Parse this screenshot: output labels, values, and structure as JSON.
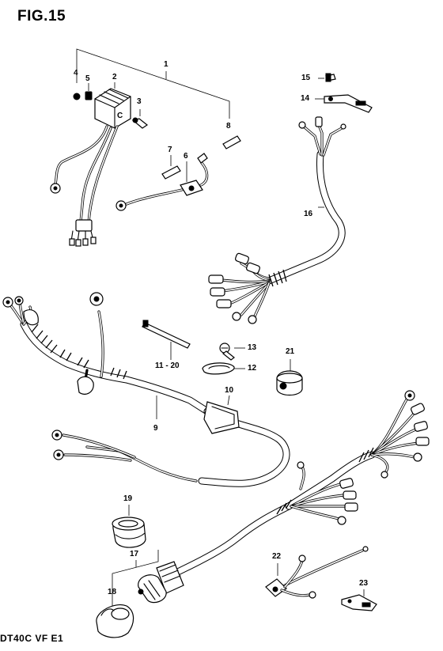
{
  "figure": {
    "title": "FIG.15",
    "footer": "DT40C VF E1"
  },
  "callouts": [
    {
      "id": "1",
      "text": "1"
    },
    {
      "id": "2",
      "text": "2"
    },
    {
      "id": "3",
      "text": "3"
    },
    {
      "id": "4",
      "text": "4"
    },
    {
      "id": "5",
      "text": "5"
    },
    {
      "id": "6",
      "text": "6"
    },
    {
      "id": "7",
      "text": "7"
    },
    {
      "id": "8",
      "text": "8"
    },
    {
      "id": "9",
      "text": "9"
    },
    {
      "id": "10",
      "text": "10"
    },
    {
      "id": "11-20",
      "text": "11 - 20"
    },
    {
      "id": "12",
      "text": "12"
    },
    {
      "id": "13",
      "text": "13"
    },
    {
      "id": "14",
      "text": "14"
    },
    {
      "id": "15",
      "text": "15"
    },
    {
      "id": "16",
      "text": "16"
    },
    {
      "id": "17",
      "text": "17"
    },
    {
      "id": "18",
      "text": "18"
    },
    {
      "id": "19",
      "text": "19"
    },
    {
      "id": "21",
      "text": "21"
    },
    {
      "id": "22",
      "text": "22"
    },
    {
      "id": "23",
      "text": "23"
    }
  ],
  "component_marks": {
    "rectifier_letter": "C"
  }
}
